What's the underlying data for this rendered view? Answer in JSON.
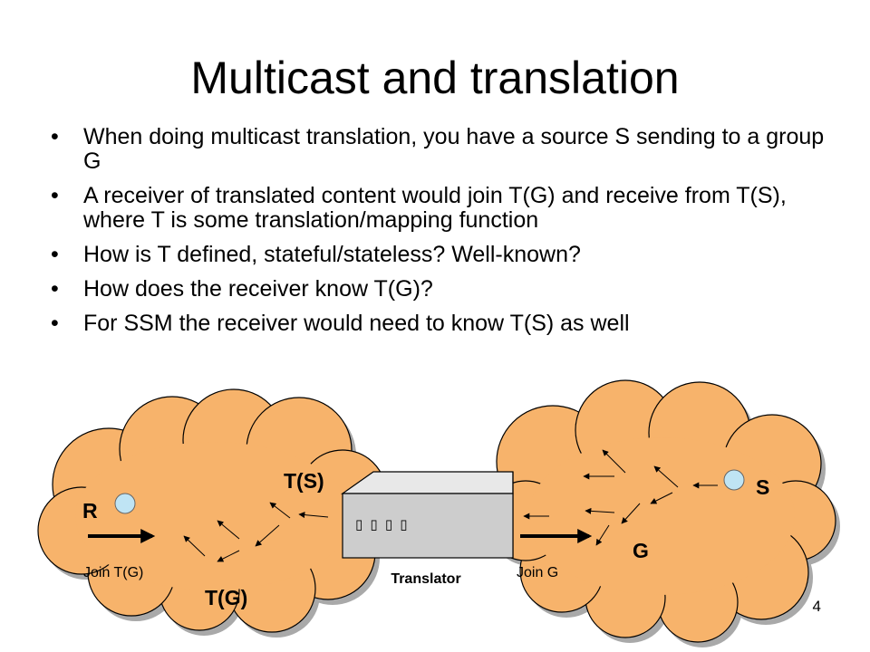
{
  "slide": {
    "title": "Multicast and translation",
    "bullets": [
      "When doing multicast translation, you have a source S sending to a group G",
      "A receiver of translated content would join T(G) and receive from T(S), where T is some translation/mapping function",
      "How is T defined, stateful/stateless? Well-known?",
      "How does the receiver know T(G)?",
      "For SSM the receiver would need to know T(S) as well"
    ],
    "page_number": "4"
  },
  "diagram": {
    "left_cloud": {
      "receiver_label": "R",
      "source_label": "T(S)",
      "group_label": "T(G)",
      "join_label": "Join T(G)"
    },
    "right_cloud": {
      "source_label": "S",
      "group_label": "G",
      "join_label": "Join G"
    },
    "translator": {
      "label": "Translator",
      "ports": "▯ ▯ ▯ ▯"
    },
    "colors": {
      "cloud_fill": "#F7B36B",
      "cloud_shadow": "#A9A9A9",
      "host_fill": "#BFE4F4",
      "box_front": "#CDCDCD",
      "box_top": "#E8E8E8",
      "box_side": "#9A9A9A"
    }
  }
}
